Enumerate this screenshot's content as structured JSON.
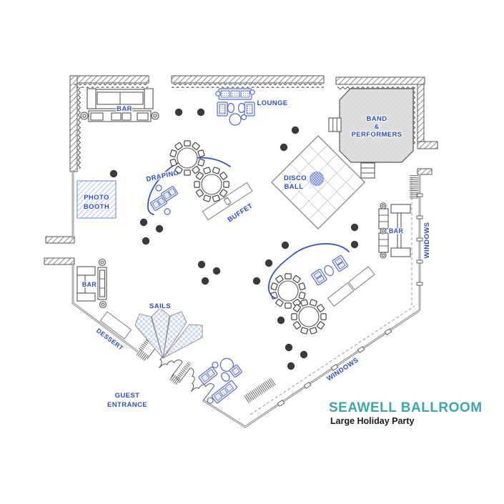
{
  "title": {
    "room": "SEAWELL BALLROOM",
    "event": "Large Holiday Party"
  },
  "areas": {
    "bar_top": "BAR",
    "lounge": "LOUNGE",
    "band": {
      "line1": "BAND",
      "line2": "&",
      "line3": "PERFORMERS"
    },
    "draping": "DRAPING",
    "buffet": "BUFFET",
    "disco": {
      "line1": "DISCO",
      "line2": "BALL"
    },
    "photo_booth": {
      "line1": "PHOTO",
      "line2": "BOOTH"
    },
    "bar_right": "BAR",
    "windows_right": "WINDOWS",
    "windows_bottom": "WINDOWS",
    "bar_left": "BAR",
    "dessert": "DESSERT",
    "sails": "SAILS",
    "entrance": {
      "line1": "GUEST",
      "line2": "ENTRANCE"
    }
  },
  "colors": {
    "label_blue": "#2b4bd3",
    "furniture_blue": "#5068d6",
    "title_teal": "#3BA8A8",
    "wall_gray": "#666666",
    "cocktail_dot": "#3a3a3a"
  }
}
